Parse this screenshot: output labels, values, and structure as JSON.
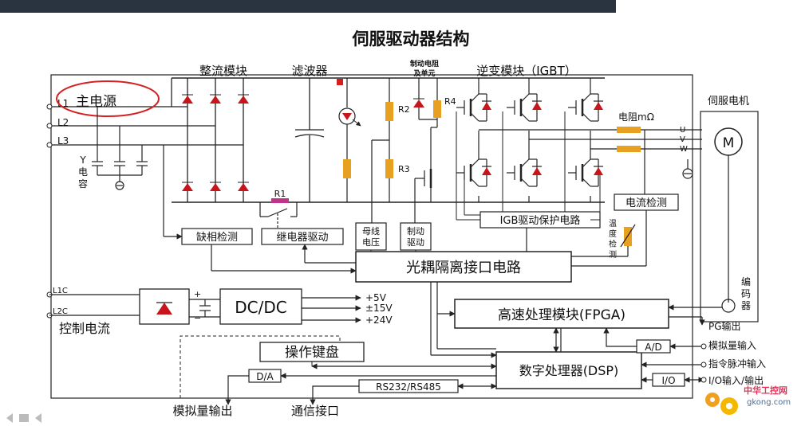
{
  "title": "伺服驱动器结构",
  "blocks": {
    "rectifier": "整流模块",
    "filter": "滤波器",
    "brake_resistor_line1": "制动电阻",
    "brake_resistor_line2": "及单元",
    "inverter": "逆变模块（IGBT）",
    "motor_label": "伺服电机",
    "motor_symbol": "M",
    "resistor_mohm": "电阻mΩ",
    "current_detect": "电流检测",
    "temp_detect_1": "温",
    "temp_detect_2": "度",
    "temp_detect_3": "检",
    "temp_detect_4": "测",
    "phase_loss": "缺相检测",
    "relay_driver": "继电器驱动",
    "bus_voltage_1": "母线",
    "bus_voltage_2": "电压",
    "brake_driver_1": "制动",
    "brake_driver_2": "驱动",
    "igbt_protect": "IGB驱动保护电路",
    "optocoupler": "光耦隔离接口电路",
    "fpga": "高速处理模块(FPGA)",
    "dsp": "数字处理器(DSP)",
    "dcdc": "DC/DC",
    "keyboard": "操作键盘",
    "da": "D/A",
    "ad": "A/D",
    "io": "I/O",
    "rs": "RS232/RS485"
  },
  "power_lines": {
    "l1": "L1",
    "l2": "L2",
    "l3": "L3",
    "main_power": "主电源",
    "y_cap_1": "Y",
    "y_cap_2": "电",
    "y_cap_3": "容",
    "l1c": "L1C",
    "l2c": "L2C",
    "control_power": "控制电流",
    "plus": "+",
    "minus": "−",
    "v5": "+5V",
    "v15": "±15V",
    "v24": "+24V"
  },
  "components": {
    "r1": "R1",
    "r2": "R2",
    "r3": "R3",
    "r4": "R4"
  },
  "motor_phases": [
    "U",
    "V",
    "W"
  ],
  "encoder": [
    "编",
    "码",
    "器"
  ],
  "io_labels": {
    "pg_out": "PG输出",
    "analog_in": "模拟量输入",
    "pulse_in": "指令脉冲输入",
    "io_inout": "I/O输入/输出",
    "analog_out": "模拟量输出",
    "comm_port": "通信接口"
  },
  "watermark": {
    "line1": "中华工控网",
    "line2": "gkong.com"
  },
  "colors": {
    "diode": "#c8151b",
    "resistor": "#e8a020",
    "resistor_r1": "#c0358c",
    "annotation": "#d42020",
    "wire": "#222222",
    "topbar": "#2a3340"
  }
}
